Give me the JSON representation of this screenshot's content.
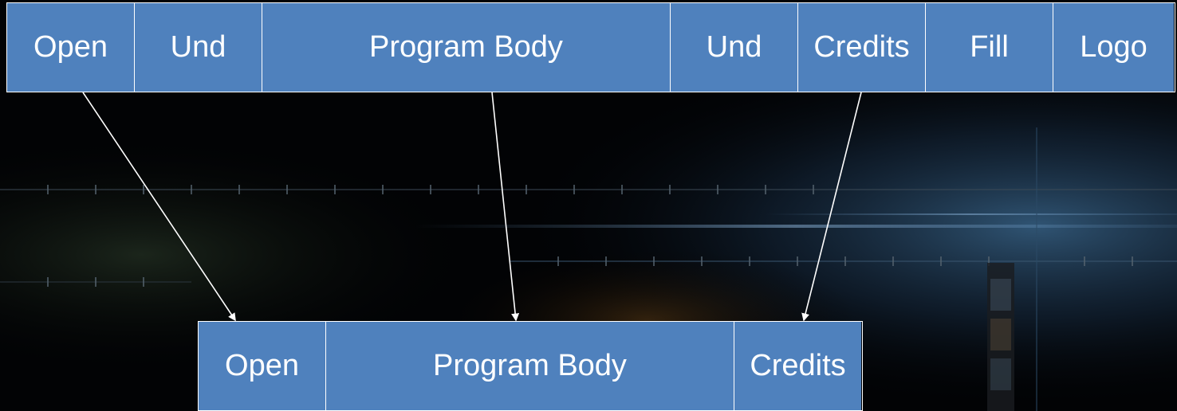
{
  "top_timeline": {
    "segments": [
      {
        "label": "Open"
      },
      {
        "label": "Und"
      },
      {
        "label": "Program Body"
      },
      {
        "label": "Und"
      },
      {
        "label": "Credits"
      },
      {
        "label": "Fill"
      },
      {
        "label": "Logo"
      }
    ]
  },
  "bottom_timeline": {
    "segments": [
      {
        "label": "Open"
      },
      {
        "label": "Program Body"
      },
      {
        "label": "Credits"
      }
    ]
  },
  "colors": {
    "segment_fill": "#4f81bd",
    "segment_border": "#ffffff",
    "arrow": "#ffffff",
    "background": "#000000"
  }
}
